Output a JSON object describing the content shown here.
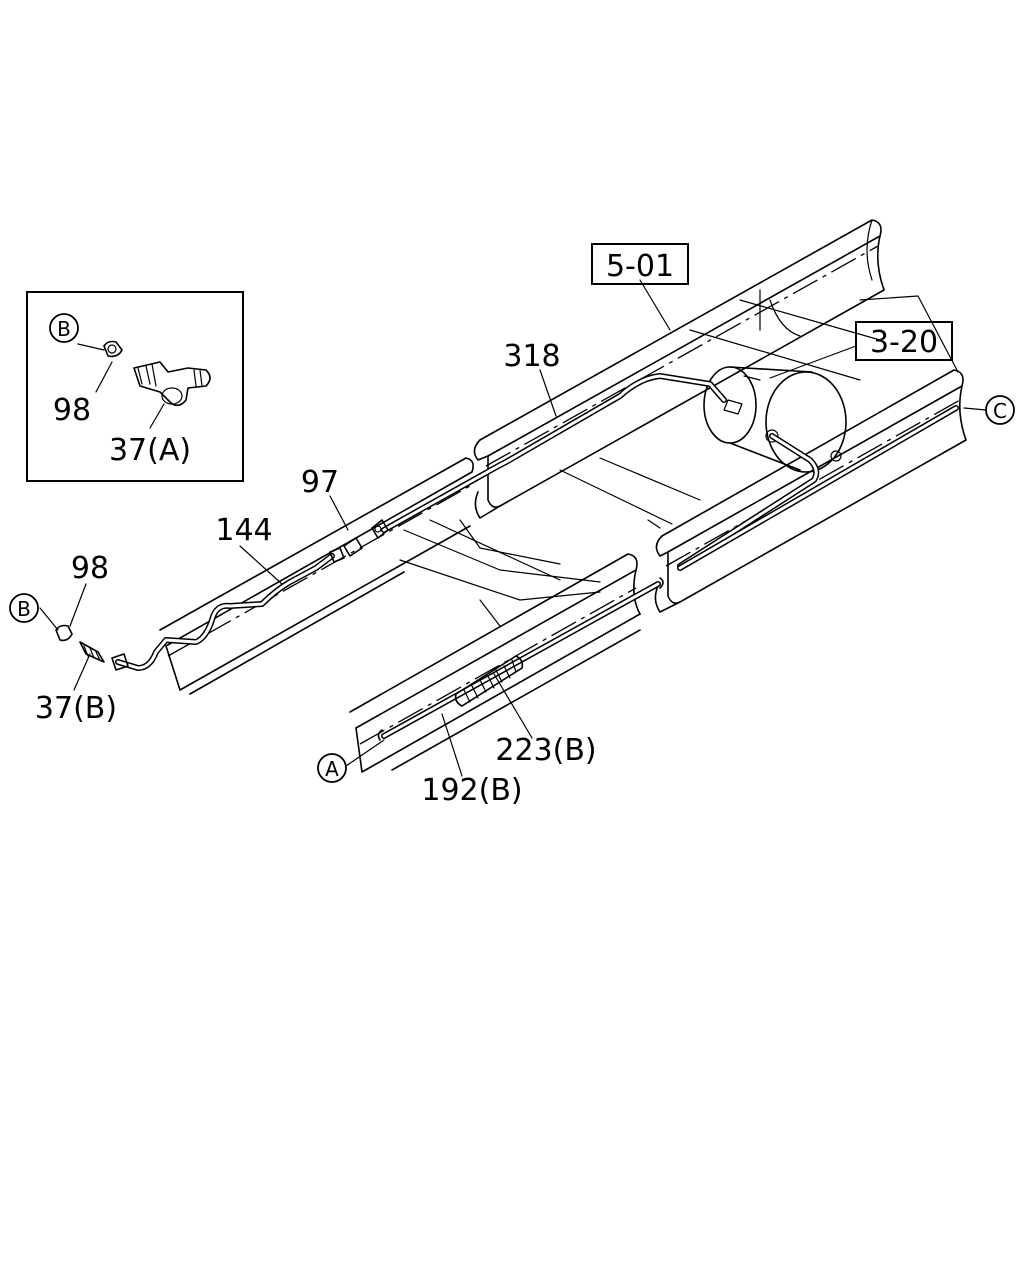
{
  "callouts": {
    "ref_5_01": "5-01",
    "ref_3_20": "3-20",
    "p318": "318",
    "p97": "97",
    "p144": "144",
    "p98_inset": "98",
    "p37a": "37(A)",
    "p98_main": "98",
    "p37b": "37(B)",
    "p223b": "223(B)",
    "p192b": "192(B)"
  },
  "markers": {
    "b_inset": "B",
    "b_main": "B",
    "a": "A",
    "c": "C"
  }
}
